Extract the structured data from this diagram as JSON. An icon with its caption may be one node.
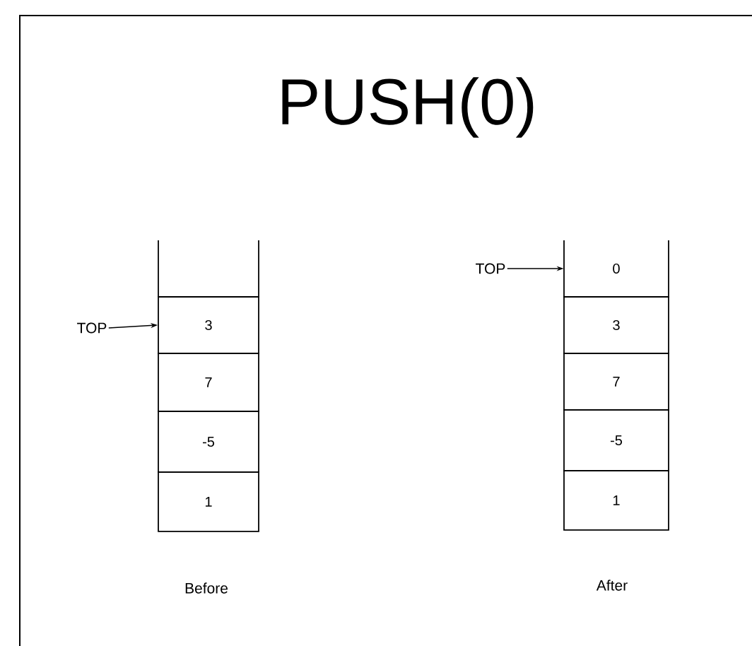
{
  "diagram": {
    "title": "PUSH(0)",
    "nodes": [
      {
        "text": [
          "TOP"
        ]
      },
      {
        "text": [
          "3"
        ]
      },
      {
        "text": [
          "7"
        ]
      },
      {
        "text": [
          "-5"
        ]
      },
      {
        "text": [
          "1"
        ]
      },
      {
        "text": [
          "TOP"
        ]
      },
      {
        "text": [
          "0"
        ]
      },
      {
        "text": [
          "3"
        ]
      },
      {
        "text": [
          "7"
        ]
      },
      {
        "text": [
          "-5"
        ]
      },
      {
        "text": [
          "1"
        ]
      }
    ],
    "edges": [
      {
        "from": 0,
        "to": 1,
        "arrow": "to"
      },
      {
        "from": 5,
        "to": 6,
        "arrow": "to"
      }
    ],
    "labels": [
      "Before",
      "After"
    ]
  }
}
